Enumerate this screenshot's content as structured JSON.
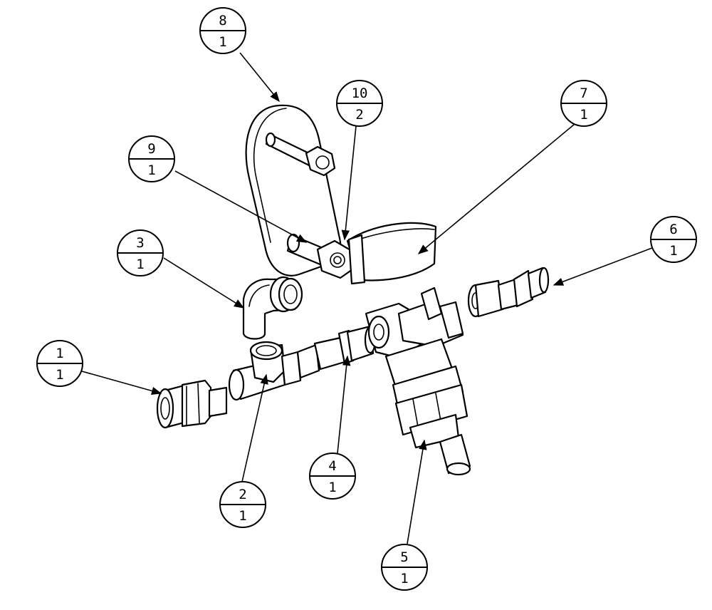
{
  "balloons": [
    {
      "id": "item-1",
      "item": "1",
      "qty": "1"
    },
    {
      "id": "item-2",
      "item": "2",
      "qty": "1"
    },
    {
      "id": "item-3",
      "item": "3",
      "qty": "1"
    },
    {
      "id": "item-4",
      "item": "4",
      "qty": "1"
    },
    {
      "id": "item-5",
      "item": "5",
      "qty": "1"
    },
    {
      "id": "item-6",
      "item": "6",
      "qty": "1"
    },
    {
      "id": "item-7",
      "item": "7",
      "qty": "1"
    },
    {
      "id": "item-8",
      "item": "8",
      "qty": "1"
    },
    {
      "id": "item-9",
      "item": "9",
      "qty": "1"
    },
    {
      "id": "item-10",
      "item": "10",
      "qty": "2"
    }
  ]
}
